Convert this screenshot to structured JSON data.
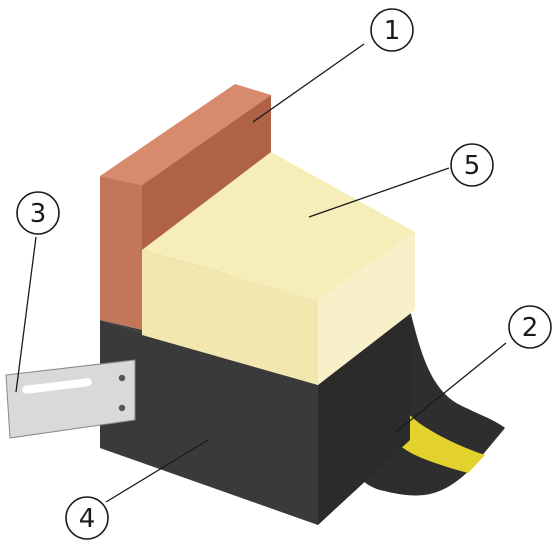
{
  "callouts": [
    {
      "id": "1",
      "label": "1",
      "part": "brick-wall"
    },
    {
      "id": "2",
      "label": "2",
      "part": "sealing-strip"
    },
    {
      "id": "3",
      "label": "3",
      "part": "metal-bracket"
    },
    {
      "id": "4",
      "label": "4",
      "part": "black-base-block"
    },
    {
      "id": "5",
      "label": "5",
      "part": "insulation-block"
    }
  ],
  "colors": {
    "brick_front": "#c2765a",
    "brick_side": "#b06246",
    "brick_top": "#d88a6d",
    "insulation_top": "#f6eeb8",
    "insulation_front": "#f3e7b0",
    "insulation_side": "#f8f0c9",
    "base_front": "#3a3a3a",
    "base_side": "#2b2b2b",
    "strip_dark": "#2e2e2e",
    "strip_yellow": "#e3d12e",
    "bracket": "#d9d9d9",
    "bracket_slot": "#ffffff",
    "bracket_screw": "#555555"
  }
}
